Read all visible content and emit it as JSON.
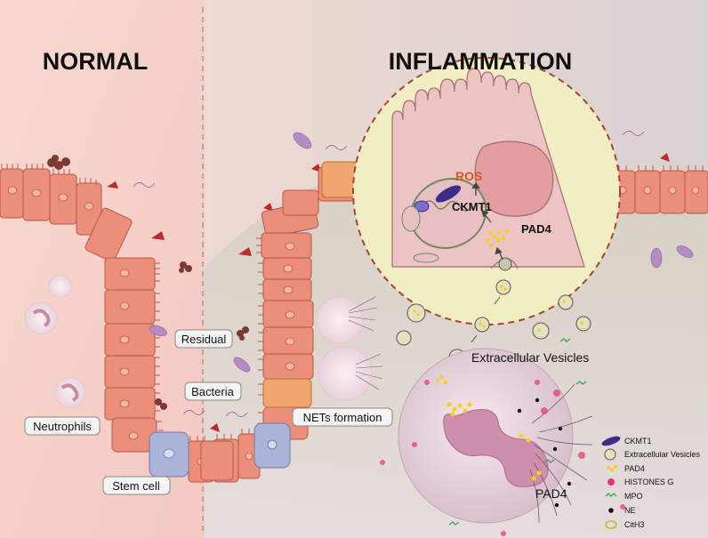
{
  "panels": {
    "left_title": "NORMAL",
    "right_title": "INFLAMMATION"
  },
  "labels": {
    "residual": "Residual",
    "bacteria": "Bacteria",
    "neutrophils": "Neutrophils",
    "stem_cell": "Stem cell",
    "nets_formation": "NETs formation",
    "extracellular_vesicles": "Extracellular Vesicles",
    "ros": "ROS",
    "ckmt1": "CKMT1",
    "pad4_cell": "PAD4",
    "pad4_neutrophil": "PAD4"
  },
  "legend": {
    "items": [
      {
        "icon": "ckmt1-icon",
        "label": "CKMT1"
      },
      {
        "icon": "extracellular-vesicle-icon",
        "label": "Extracellular Vesicles"
      },
      {
        "icon": "pad4-icon",
        "label": "PAD4"
      },
      {
        "icon": "histones-icon",
        "label": "HISTONES G"
      },
      {
        "icon": "mpo-icon",
        "label": "MPO"
      },
      {
        "icon": "ne-icon",
        "label": "NE"
      },
      {
        "icon": "cith3-icon",
        "label": "CitH3"
      }
    ]
  },
  "colors": {
    "epithelium": "#e98a74",
    "stem_cell": "#a9b4d6",
    "ros_text": "#d35a1d",
    "zoom_bg": "#f1eec4",
    "zoom_border": "#a8413a",
    "ckmt1": "#3b2d8a",
    "pad4": "#f2d21e",
    "histones": "#e6327a",
    "mpo": "#3aa64a",
    "ne": "#111111"
  }
}
